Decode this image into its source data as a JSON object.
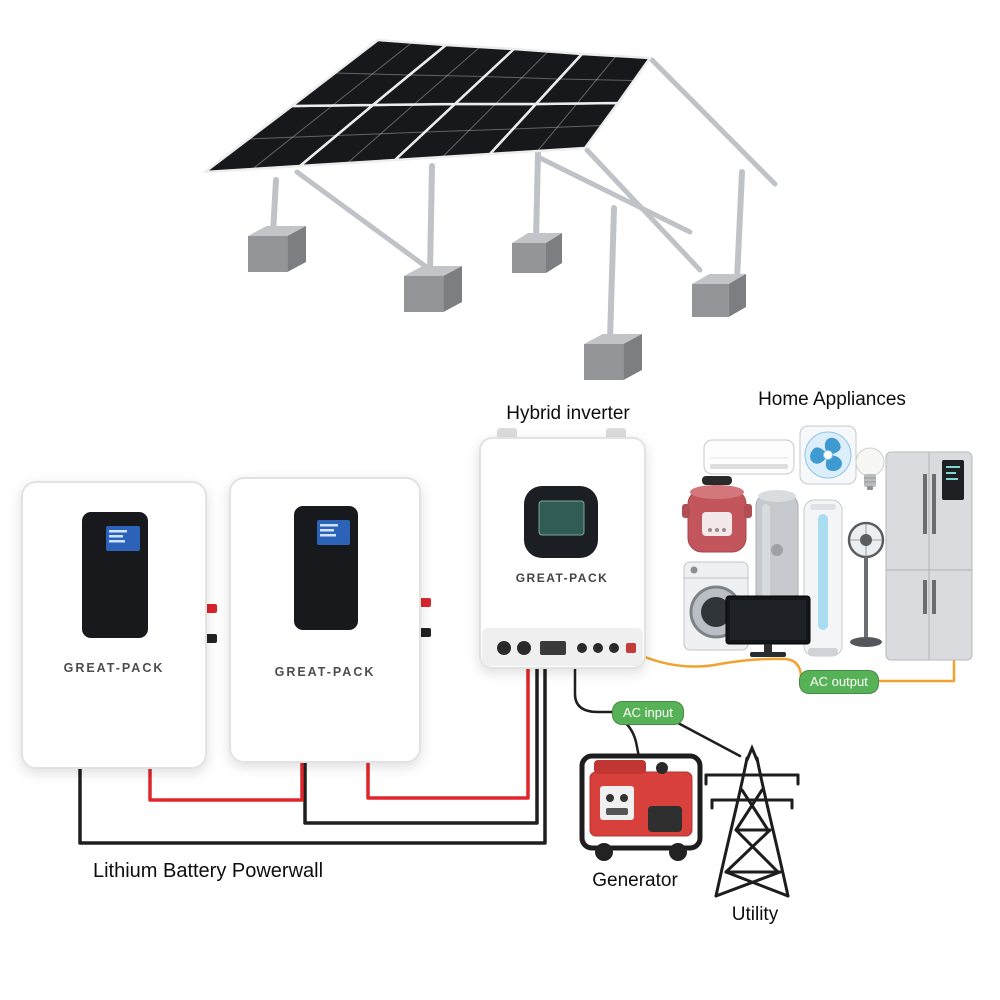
{
  "labels": {
    "hybrid_inverter": "Hybrid inverter",
    "home_appliances": "Home Appliances",
    "lithium_battery_powerwall": "Lithium Battery Powerwall",
    "generator": "Generator",
    "utility": "Utility"
  },
  "badges": {
    "ac_output": "AC output",
    "ac_input": "AC input"
  },
  "brand": {
    "battery_left": "GREAT-PACK",
    "battery_right": "GREAT-PACK",
    "inverter": "GREAT-PACK"
  },
  "icons": {
    "solar_array": "solar-panel-array",
    "battery_left": "battery-powerwall",
    "battery_right": "battery-powerwall",
    "inverter": "hybrid-inverter-unit",
    "appliances": [
      "wall-ac",
      "cooling-fan",
      "light-bulb",
      "refrigerator",
      "pressure-cooker",
      "water-heater",
      "tower-ac",
      "washing-machine",
      "television",
      "stand-fan"
    ],
    "generator": "portable-generator",
    "utility": "transmission-tower"
  },
  "colors": {
    "badge_green": "#57b257",
    "wire_red": "#e0252b",
    "wire_black": "#1f1f1f",
    "wire_orange": "#f0a32e",
    "generator_red": "#d8403c",
    "panel_black": "#17181c",
    "lcd_blue": "#2c63b8",
    "screen_teal": "#315c55"
  }
}
